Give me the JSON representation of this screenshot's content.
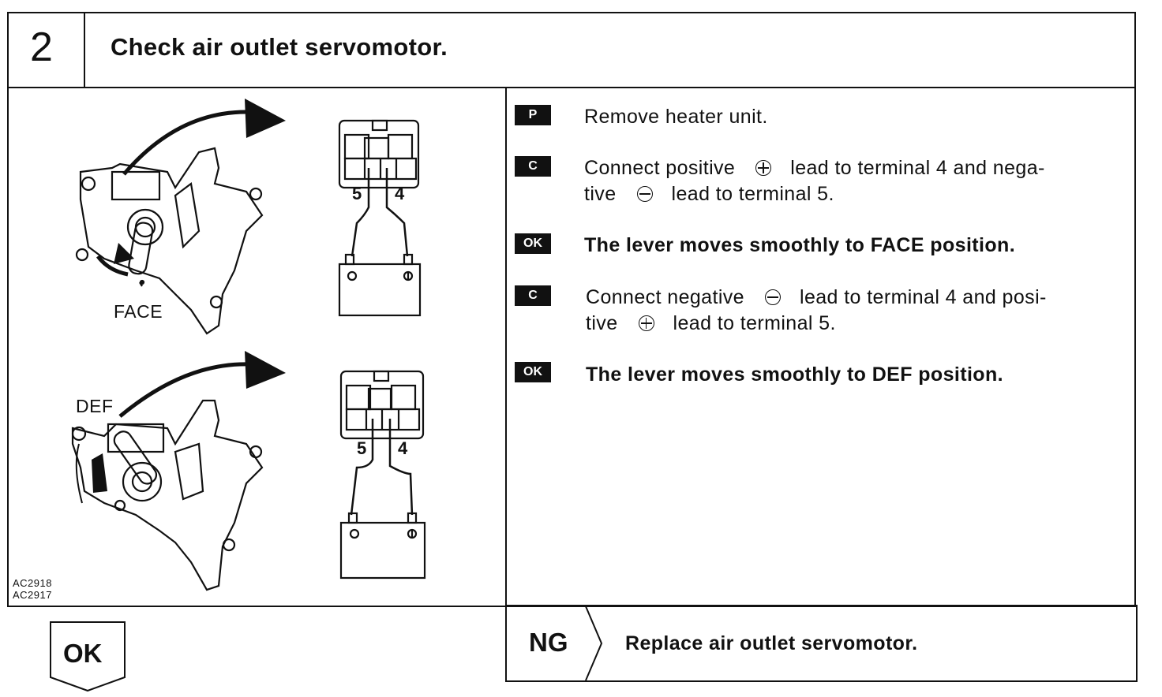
{
  "header": {
    "step_number": "2",
    "title": "Check air outlet servomotor."
  },
  "figure": {
    "face_label": "FACE",
    "def_label": "DEF",
    "terminal_left": "5",
    "terminal_right": "4",
    "codes": [
      "AC2918",
      "AC2917"
    ]
  },
  "instructions": [
    {
      "badge": "P",
      "lines": [
        "Remove heater unit."
      ],
      "bold": false
    },
    {
      "badge": "C",
      "lines": [
        "Connect positive",
        "lead to terminal 4 and nega-",
        "tive",
        "lead to terminal 5."
      ],
      "bold": false
    },
    {
      "badge": "OK",
      "lines": [
        "The lever moves smoothly to FACE position."
      ],
      "bold": true
    },
    {
      "badge": "C",
      "lines": [
        "Connect negative",
        "lead to terminal 4 and posi-",
        "tive",
        "lead to terminal 5."
      ],
      "bold": false
    },
    {
      "badge": "OK",
      "lines": [
        "The lever moves smoothly to DEF position."
      ],
      "bold": true
    }
  ],
  "result": {
    "ok_label": "OK",
    "ng_label": "NG",
    "ng_text": "Replace air outlet servomotor."
  },
  "icons": [
    "plus-circle-icon",
    "minus-circle-icon",
    "battery-icon",
    "connector-icon",
    "arrow-icon"
  ]
}
